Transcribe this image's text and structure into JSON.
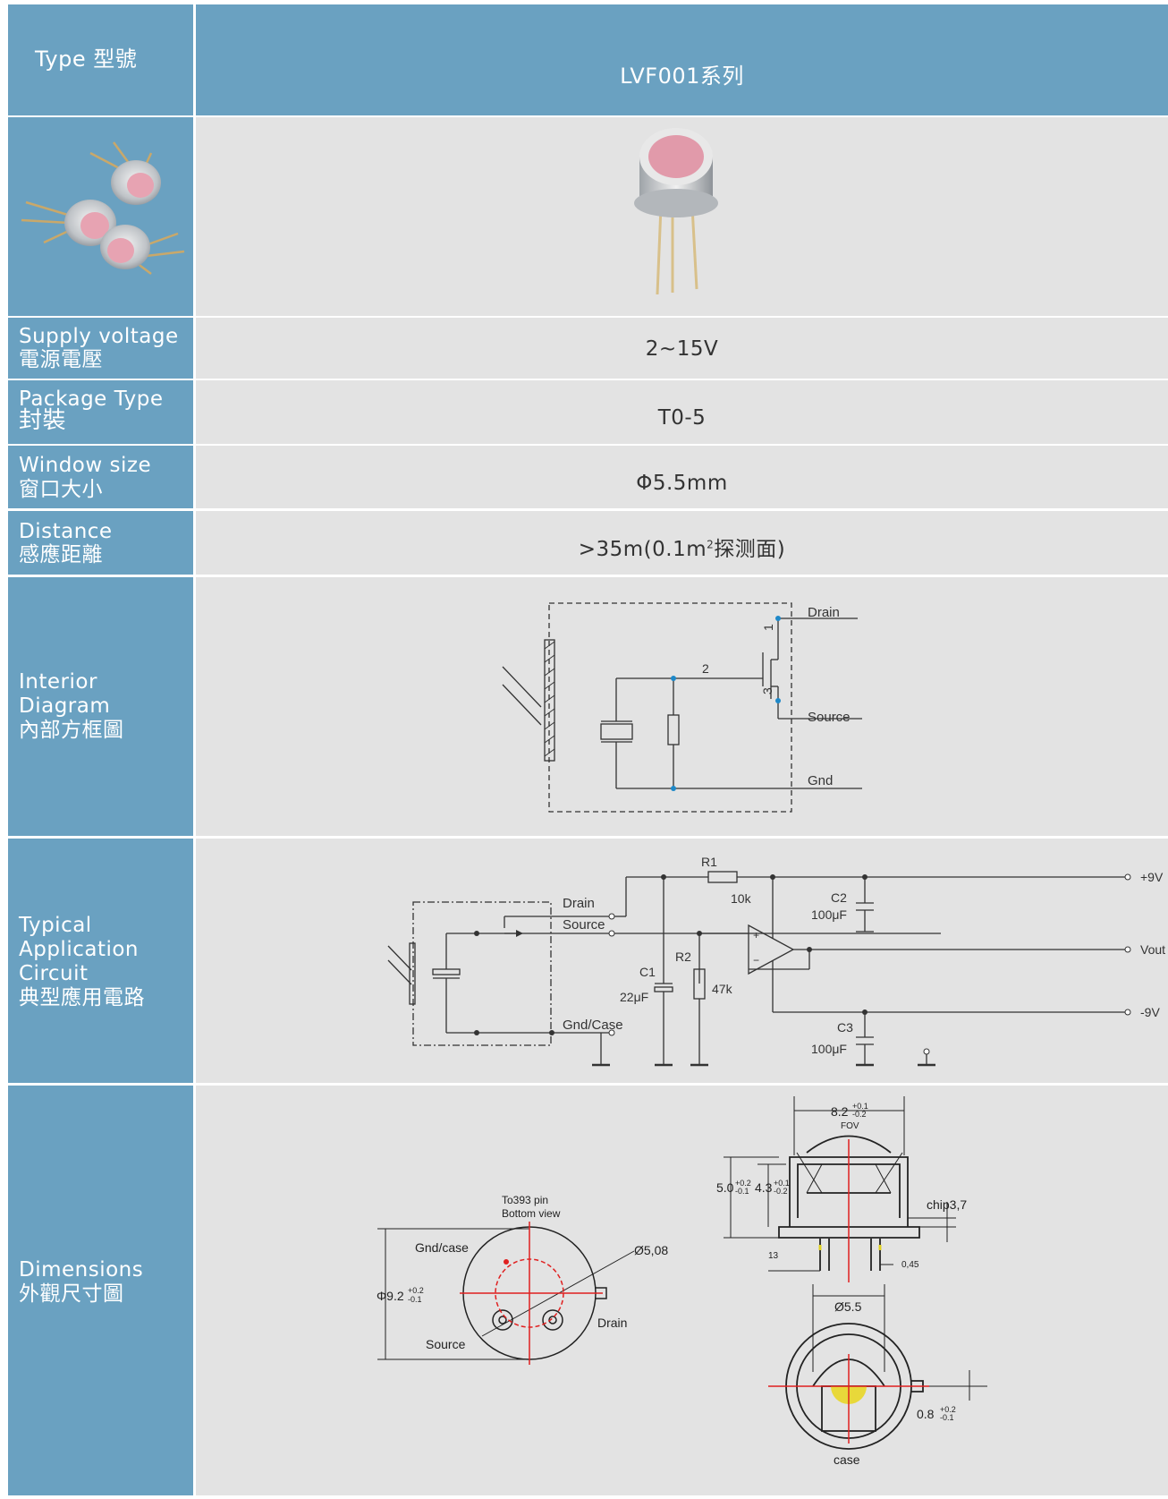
{
  "header": {
    "type_label": "Type 型號",
    "series": "LVF001系列"
  },
  "rows": {
    "supply": {
      "en": "Supply voltage",
      "zh": "電源電壓",
      "value": "2~15V"
    },
    "package": {
      "en": "Package Type",
      "zh": "封裝",
      "value": "T0-5"
    },
    "window": {
      "en": "Window size",
      "zh": "窗口大小",
      "value": "Φ5.5mm"
    },
    "distance": {
      "en": "Distance",
      "zh": "感應距離",
      "value_main": ">35m(0.1m",
      "value_sup": "2",
      "value_tail": "探测面)"
    },
    "interior": {
      "en1": "Interior",
      "en2": "Diagram",
      "zh": "內部方框圖"
    },
    "typical": {
      "en1": "Typical",
      "en2": "Application",
      "en3": "Circuit",
      "zh": "典型應用電路"
    },
    "dimensions": {
      "en": "Dimensions",
      "zh": "外觀尺寸圖"
    }
  },
  "interior_diagram": {
    "drain": "Drain",
    "source": "Source",
    "gnd": "Gnd",
    "pin1": "1",
    "pin2": "2",
    "pin3": "3"
  },
  "app_circuit": {
    "r1": "R1",
    "r1_val": "10k",
    "c2": "C2",
    "c2_val": "100μF",
    "plus9": "+9V",
    "drain": "Drain",
    "source": "Source",
    "r2": "R2",
    "r2_val": "47k",
    "c1": "C1",
    "c1_val": "22μF",
    "vout": "Vout",
    "gndcase": "Gnd/Case",
    "minus9": "-9V",
    "c3": "C3",
    "c3_val": "100μF",
    "plus": "+",
    "minus": "−"
  },
  "dimensions_drawing": {
    "pin_title1": "To393 pin",
    "pin_title2": "Bottom view",
    "gndcase": "Gnd/case",
    "phi508": "Ø5,08",
    "phi92": "Φ9.2",
    "phi92_tol_up": "+0.2",
    "phi92_tol_dn": "-0.1",
    "drain": "Drain",
    "source": "Source",
    "w82": "8.2",
    "w82_up": "+0.1",
    "w82_dn": "-0.2",
    "fov": "FOV",
    "h50": "5.0",
    "h50_up": "+0.2",
    "h50_dn": "-0.1",
    "h43": "4.3",
    "h43_up": "+0.1",
    "h43_dn": "-0.2",
    "chip": "chip3,7",
    "l13": "13",
    "d045": "0,45",
    "phi55": "Ø5.5",
    "t08": "0.8",
    "t08_up": "+0.2",
    "t08_dn": "-0.1",
    "case": "case"
  }
}
